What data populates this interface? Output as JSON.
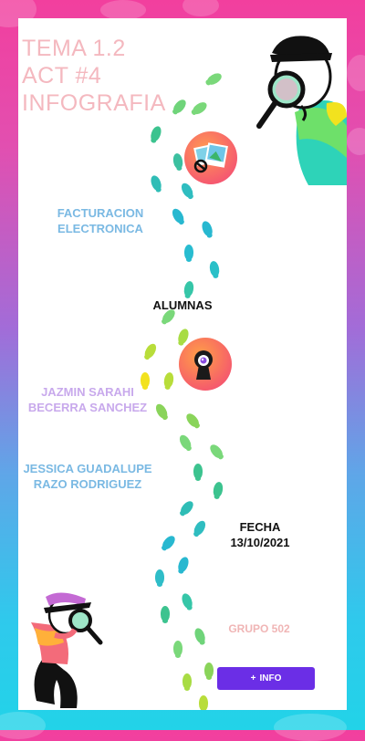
{
  "title": {
    "line1": "TEMA 1.2",
    "line2": "ACT #4",
    "line3": "INFOGRAFIA"
  },
  "topic": {
    "line1": "FACTURACION",
    "line2": "ELECTRONICA"
  },
  "students_heading": "ALUMNAS",
  "student1": {
    "line1": "JAZMIN SARAHI",
    "line2": "BECERRA SANCHEZ"
  },
  "student2": {
    "line1": "JESSICA GUADALUPE",
    "line2": "RAZO RODRIGUEZ"
  },
  "date": {
    "label": "FECHA",
    "value": "13/10/2021"
  },
  "group": "GRUPO 502",
  "info_button": {
    "plus": "+",
    "label": "INFO"
  },
  "icons": {
    "top_figure": "magnifying-glass-character-icon",
    "photos": "photo-gallery-icon",
    "keyhole": "keyhole-icon",
    "bottom_figure": "detective-character-icon"
  },
  "colors": {
    "title": "#f4b8bf",
    "blue_text": "#7ab9e3",
    "lilac_text": "#c8a9ec",
    "group_text": "#f0b5b5",
    "button": "#6b2ee6"
  }
}
